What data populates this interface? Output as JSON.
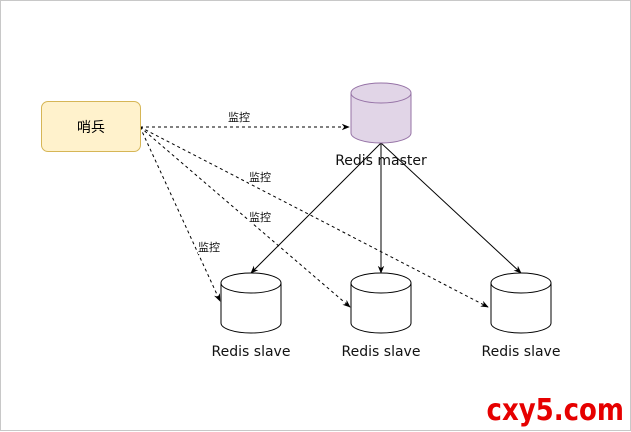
{
  "sentinel": {
    "label": "哨兵",
    "fill": "#fff2cc",
    "stroke": "#d6b656"
  },
  "master": {
    "label": "Redis master",
    "fill": "#e1d5e7",
    "stroke": "#9673a6"
  },
  "slaves": [
    {
      "label": "Redis slave"
    },
    {
      "label": "Redis slave"
    },
    {
      "label": "Redis slave"
    }
  ],
  "monitor_labels": [
    "监控",
    "监控",
    "监控",
    "监控"
  ],
  "watermark": "cxy5.com"
}
